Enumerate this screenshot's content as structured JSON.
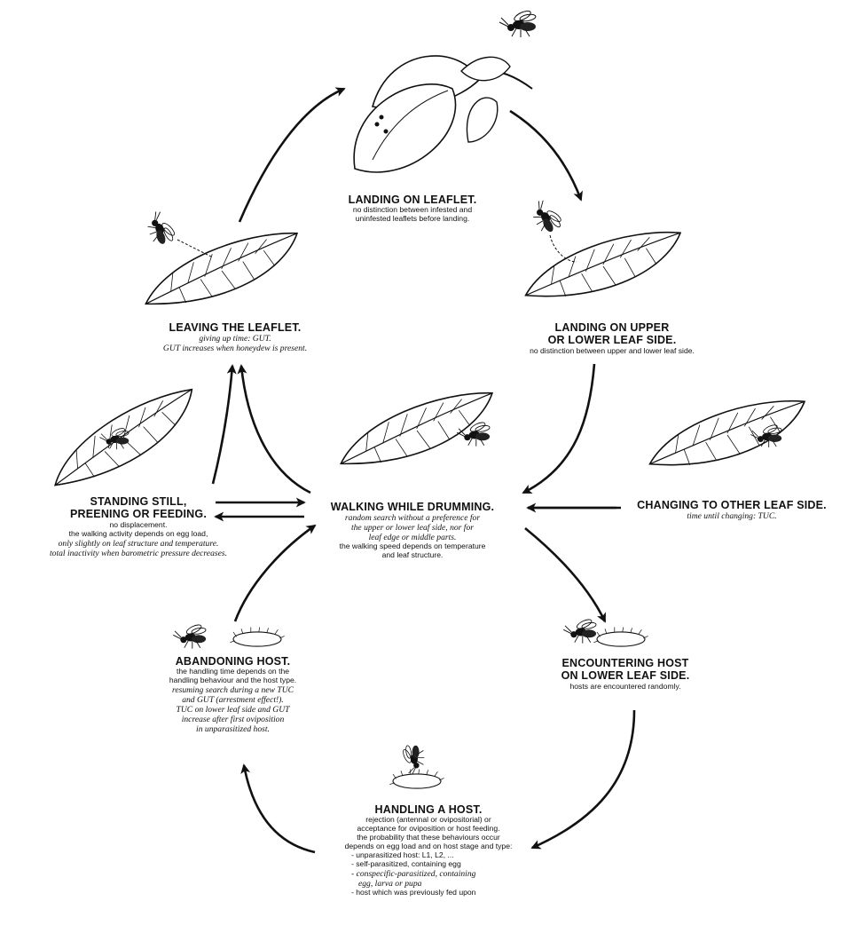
{
  "nodes": {
    "landing_leaflet": {
      "title": "LANDING ON LEAFLET.",
      "lines": [
        "no distinction between infested and",
        "uninfested leaflets before landing."
      ]
    },
    "landing_side": {
      "title1": "LANDING ON UPPER",
      "title2": "OR LOWER LEAF SIDE.",
      "lines": [
        "no distinction between upper and lower leaf side."
      ]
    },
    "changing": {
      "title": "CHANGING TO OTHER LEAF SIDE.",
      "lines": [
        "time until changing: TUC."
      ]
    },
    "walking": {
      "title": "WALKING WHILE DRUMMING.",
      "lines": [
        "random search without a preference for",
        "the upper or lower leaf side, nor for",
        "leaf edge or middle parts.",
        "the walking speed depends on temperature",
        "and leaf structure."
      ]
    },
    "standing": {
      "title1": "STANDING STILL,",
      "title2": "PREENING OR FEEDING.",
      "lines": [
        "no displacement.",
        "the walking activity depends on egg load,",
        "only slightly on leaf structure and temperature.",
        "total inactivity when barometric pressure decreases."
      ]
    },
    "leaving": {
      "title": "LEAVING THE LEAFLET.",
      "lines": [
        "giving up time: GUT.",
        "GUT increases when honeydew is present."
      ]
    },
    "encountering": {
      "title1": "ENCOUNTERING HOST",
      "title2": "ON LOWER LEAF SIDE.",
      "lines": [
        "hosts are encountered randomly."
      ]
    },
    "abandoning": {
      "title": "ABANDONING HOST.",
      "lines": [
        "the handling time depends on the",
        "handling behaviour and the host type.",
        "resuming search during a new TUC",
        "and GUT (arrestment effect!).",
        "TUC on lower leaf side and GUT",
        "increase after first oviposition",
        "in unparasitized host."
      ]
    },
    "handling": {
      "title": "HANDLING A HOST.",
      "lines": [
        "rejection (antennal or ovipositorial) or",
        "acceptance for oviposition or host feeding.",
        "the probability that these behaviours occur",
        "depends on egg load and on host stage and type:"
      ],
      "list": [
        "- unparasitized host: L1, L2, ...",
        "- self-parasitized, containing egg",
        "- conspecific-parasitized, containing",
        "  egg, larva or pupa",
        "- host which was previously fed upon"
      ]
    }
  },
  "colors": {
    "ink": "#111111",
    "paper": "#ffffff"
  },
  "icons": [
    "leaf-illustration",
    "wasp-illustration",
    "host-illustration"
  ]
}
